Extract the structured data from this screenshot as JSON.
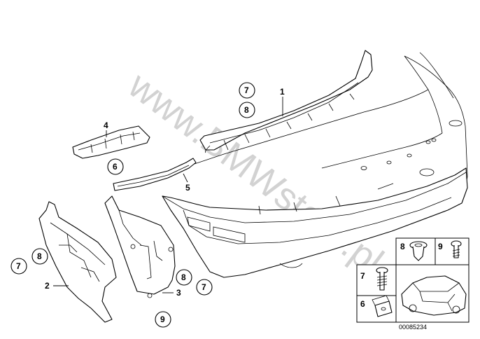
{
  "watermark": "www.BMWstore.pl",
  "catalog_number": "00085234",
  "callouts": {
    "p1": "1",
    "p2": "2",
    "p3": "3",
    "p4": "4",
    "p5": "5",
    "c7_top": "7",
    "c8_top": "8",
    "c6_left": "6",
    "c8_left": "8",
    "c7_left": "7",
    "c8_mid": "8",
    "c7_mid": "7",
    "c9_mid": "9"
  },
  "legend": {
    "item8": "8",
    "item9": "9",
    "item7": "7",
    "item6": "6"
  }
}
